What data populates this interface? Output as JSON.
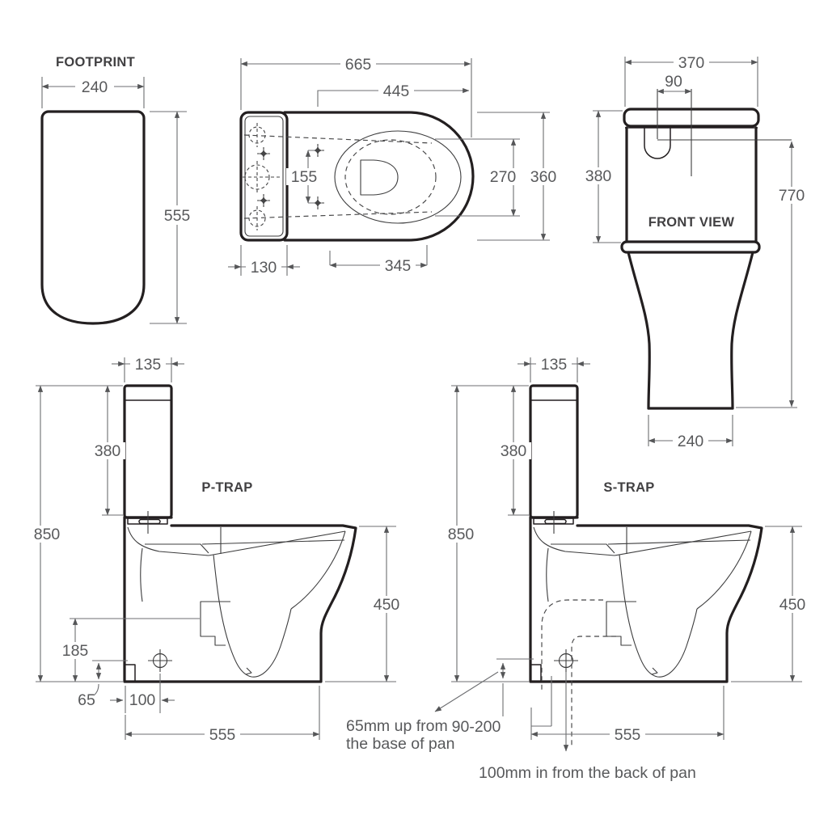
{
  "drawing": {
    "footprint": {
      "label": "FOOTPRINT",
      "width": "240",
      "depth": "555"
    },
    "top_view": {
      "overall_length": "665",
      "seat_length": "445",
      "fixing_centres": "155",
      "inner_width": "270",
      "overall_width": "360",
      "cistern_depth": "130",
      "bowl_length": "345"
    },
    "front_view": {
      "label": "FRONT VIEW",
      "width": "370",
      "button_offset": "90",
      "cistern_height": "380",
      "height": "770",
      "base_width": "240"
    },
    "p_trap": {
      "label": "P-TRAP",
      "lid_depth": "135",
      "cistern_height": "380",
      "total_height": "850",
      "pan_height": "450",
      "outlet_height": "185",
      "inlet_up": "65",
      "inlet_in": "100",
      "depth": "555"
    },
    "s_trap": {
      "label": "S-TRAP",
      "lid_depth": "135",
      "cistern_height": "380",
      "total_height": "850",
      "pan_height": "450",
      "trap_setout_range": "90-200",
      "depth": "555"
    },
    "notes": {
      "inlet_line1": "65mm up from",
      "inlet_line2": "the base of pan",
      "outlet": "100mm in from the back of pan"
    },
    "colors": {
      "outline": "#231f20",
      "dimension_line": "#6d6e71",
      "dimension_text": "#58595b",
      "label_text": "#414042",
      "background": "#ffffff"
    }
  }
}
